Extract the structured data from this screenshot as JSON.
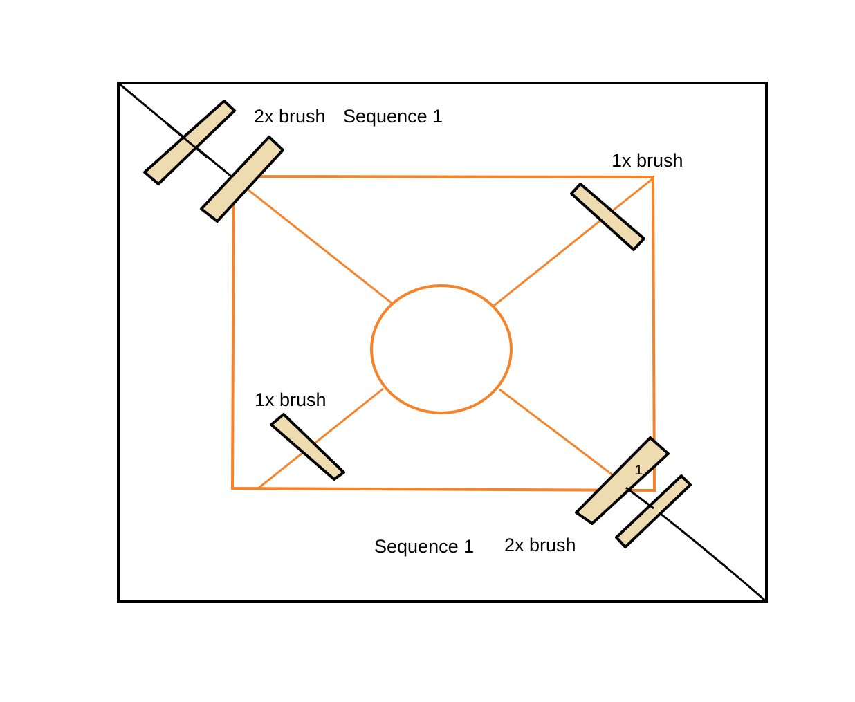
{
  "labels": {
    "top_left": "2x brush",
    "top_left_sequence": "Sequence 1",
    "top_right": "1x brush",
    "bottom_left": "1x brush",
    "bottom_sequence": "Sequence 1",
    "bottom_right": "2x brush",
    "bottom_right_marker": "1"
  },
  "colors": {
    "outline": "#000000",
    "inner_frame": "#f5832a",
    "brush_fill": "#eedcb0",
    "background": "#ffffff"
  }
}
